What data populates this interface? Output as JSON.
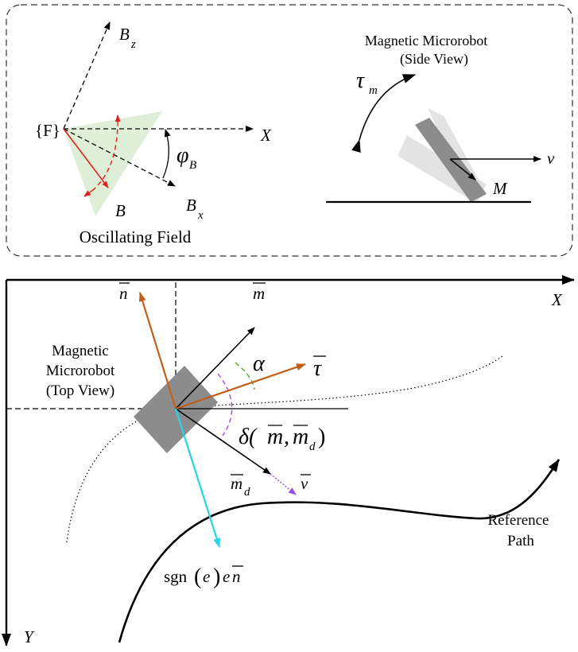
{
  "inset": {
    "frame_label": "{F}",
    "x_label": "X",
    "bz_label": "B",
    "bz_sub": "z",
    "bx_label": "B",
    "bx_sub": "x",
    "b_label": "B",
    "phi_label": "φ",
    "phi_sub": "B",
    "field_caption": "Oscillating Field",
    "side_title_1": "Magnetic Microrobot",
    "side_title_2": "(Side View)",
    "tau_label": "τ",
    "tau_sub": "m",
    "v_label": "v",
    "m_label": "M"
  },
  "main": {
    "x_axis": "X",
    "y_axis": "Y",
    "top_title_1": "Magnetic",
    "top_title_2": "Microrobot",
    "top_title_3": "(Top View)",
    "n_label": "n",
    "m_label": "m",
    "tau_label": "τ",
    "alpha_label": "α",
    "delta_label": "δ(",
    "delta_m": "m",
    "delta_comma": ",",
    "delta_md": "m",
    "delta_md_sub": "d",
    "delta_close": ")",
    "md_label": "m",
    "md_sub": "d",
    "v_label": "v",
    "sgn_text": "sgn",
    "sgn_open": "(",
    "sgn_e": "e",
    "sgn_close": ")",
    "sgn_e2": "e",
    "sgn_n": "n",
    "ref_1": "Reference",
    "ref_2": "Path"
  },
  "colors": {
    "orange": "#c0601a",
    "red": "#e02020",
    "green": "#5aa02c",
    "purple": "#9a4ee0",
    "cyan": "#22d6e6",
    "robot_gray": "#8c8c8c",
    "triangle": "#d9ecd0"
  }
}
